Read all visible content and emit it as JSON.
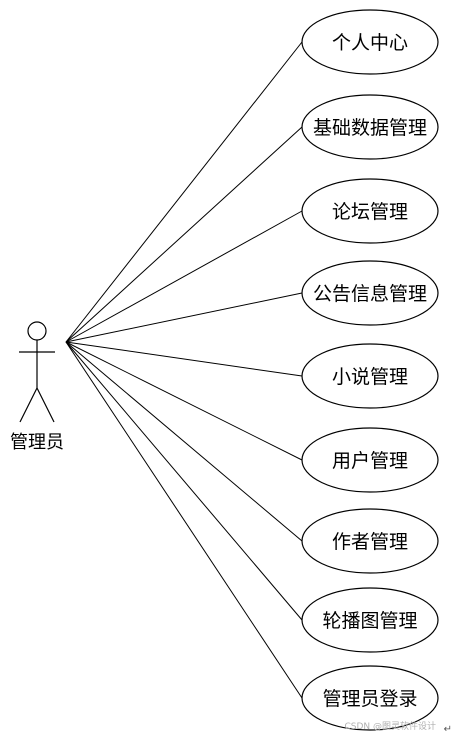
{
  "actor": {
    "name": "管理员"
  },
  "use_cases": [
    {
      "label": "个人中心"
    },
    {
      "label": "基础数据管理"
    },
    {
      "label": "论坛管理"
    },
    {
      "label": "公告信息管理"
    },
    {
      "label": "小说管理"
    },
    {
      "label": "用户管理"
    },
    {
      "label": "作者管理"
    },
    {
      "label": "轮播图管理"
    },
    {
      "label": "管理员登录"
    }
  ],
  "watermark": "CSDN @图灵软件设计",
  "corner_mark": "↵",
  "colors": {
    "stroke": "#000000",
    "background": "#ffffff",
    "watermark": "#b0b0b0"
  }
}
